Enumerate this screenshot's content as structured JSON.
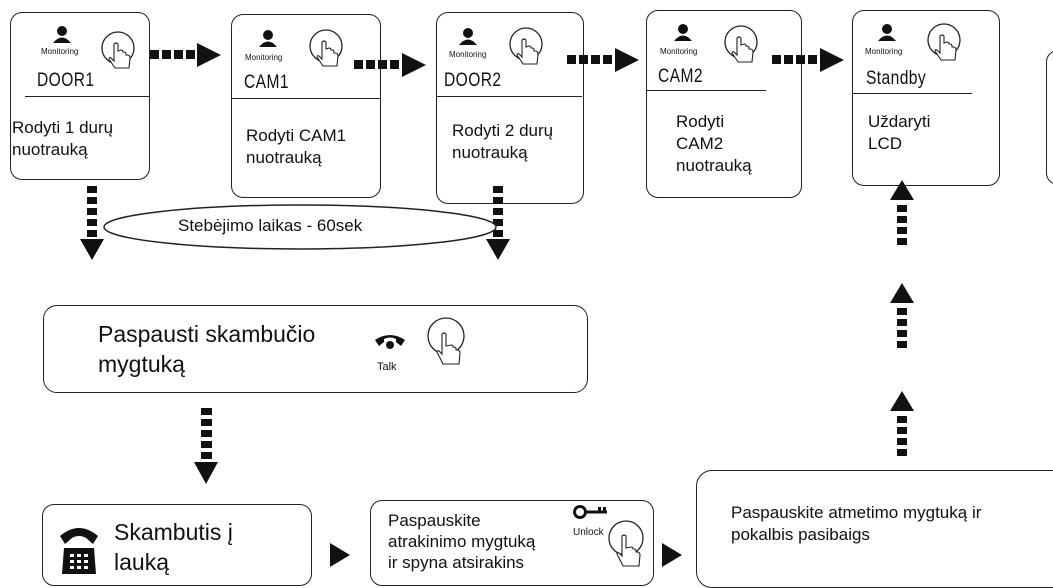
{
  "screens": [
    {
      "monitor_label": "Monitoring",
      "name": "DOOR1",
      "desc": [
        "Rodyti 1 durų",
        "nuotrauką"
      ]
    },
    {
      "monitor_label": "Monitoring",
      "name": "CAM1",
      "desc": [
        "Rodyti CAM1",
        "nuotrauką"
      ]
    },
    {
      "monitor_label": "Monitoring",
      "name": "DOOR2",
      "desc": [
        "Rodyti 2 durų",
        "nuotrauką"
      ]
    },
    {
      "monitor_label": "Monitoring",
      "name": "CAM2",
      "desc": [
        "Rodyti",
        "CAM2",
        "nuotrauką"
      ]
    },
    {
      "monitor_label": "Monitoring",
      "name": "Standby",
      "desc": [
        "Uždaryti",
        "LCD"
      ]
    }
  ],
  "monitoring_time": "Stebėjimo laikas - 60sek",
  "press_call": {
    "text": [
      "Paspausti skambučio",
      "mygtuką"
    ],
    "icon_label": "Talk"
  },
  "call_out": {
    "text": [
      "Skambutis į",
      "lauką"
    ]
  },
  "unlock": {
    "text": [
      "Paspauskite",
      "atrakinimo mygtuką",
      "ir spyna atsirakins"
    ],
    "icon_label": "Unlock"
  },
  "reject": {
    "text": [
      "Paspauskite atmetimo mygtuką ir",
      "pokalbis pasibaigs"
    ]
  },
  "colors": {
    "line": "#222222",
    "fill": "#111111"
  }
}
